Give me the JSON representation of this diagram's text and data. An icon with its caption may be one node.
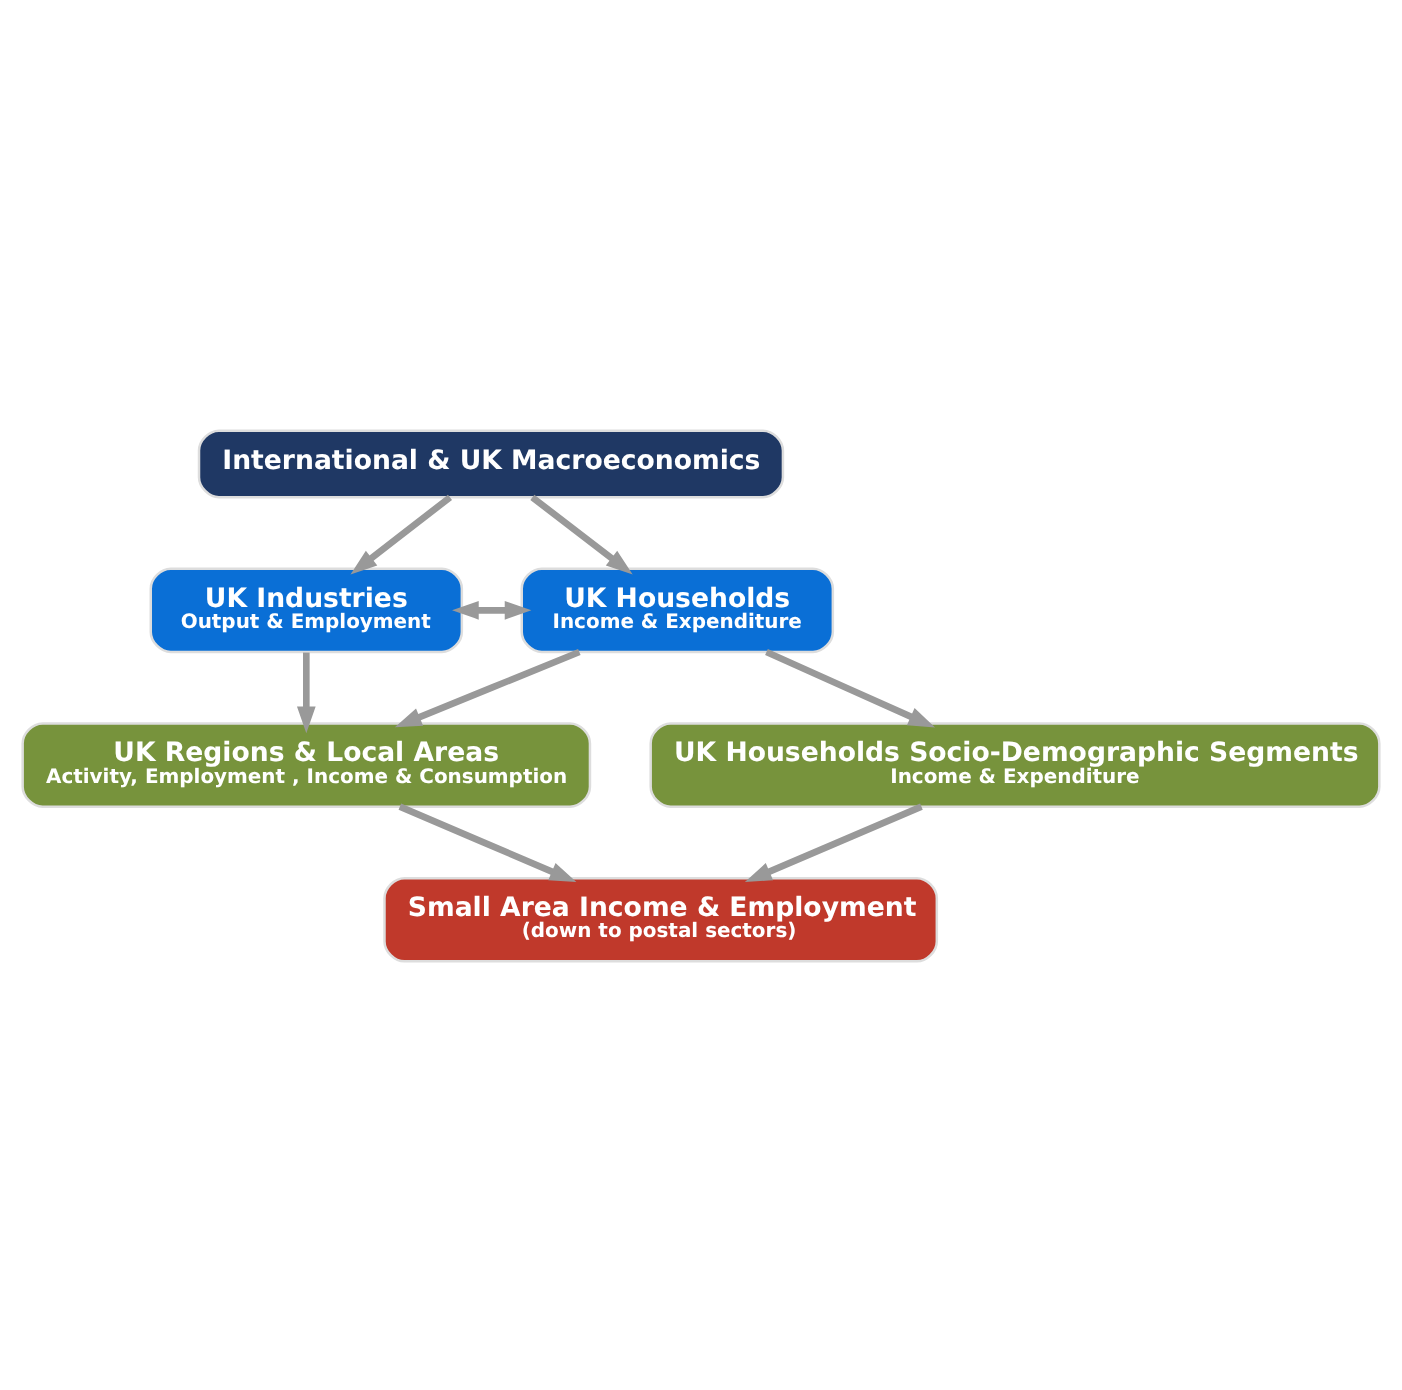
{
  "diagram": {
    "nodes": [
      {
        "text": [
          "International & UK Macroeconomics"
        ]
      },
      {
        "text": [
          "UK Industries",
          "Output & Employment"
        ]
      },
      {
        "text": [
          "UK Households",
          "Income & Expenditure"
        ]
      },
      {
        "text": [
          "UK Regions & Local Areas",
          "Activity, Employment , Income & Consumption"
        ]
      },
      {
        "text": [
          "UK Households Socio-Demographic Segments",
          "Income & Expenditure"
        ]
      },
      {
        "text": [
          "Small Area Income & Employment",
          "(down to postal sectors)"
        ]
      }
    ],
    "edges": [
      {
        "from": 0,
        "to": 1,
        "arrow": "to"
      },
      {
        "from": 0,
        "to": 2,
        "arrow": "to"
      },
      {
        "from": 1,
        "to": 2,
        "arrow": "both"
      },
      {
        "from": 1,
        "to": 3,
        "arrow": "to"
      },
      {
        "from": 2,
        "to": 3,
        "arrow": "to"
      },
      {
        "from": 2,
        "to": 4,
        "arrow": "to"
      },
      {
        "from": 3,
        "to": 5,
        "arrow": "to"
      },
      {
        "from": 4,
        "to": 5,
        "arrow": "to"
      }
    ]
  }
}
